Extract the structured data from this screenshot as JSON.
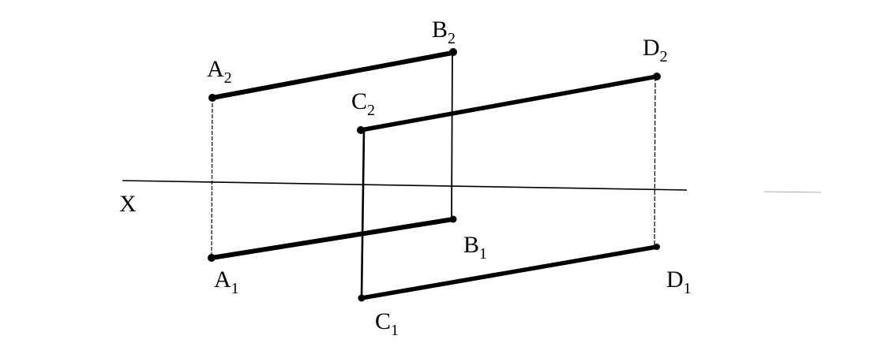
{
  "axis": {
    "label": "X"
  },
  "points": {
    "A2": {
      "letter": "A",
      "index": "2"
    },
    "B2": {
      "letter": "B",
      "index": "2"
    },
    "C2": {
      "letter": "C",
      "index": "2"
    },
    "D2": {
      "letter": "D",
      "index": "2"
    },
    "A1": {
      "letter": "A",
      "index": "1"
    },
    "B1": {
      "letter": "B",
      "index": "1"
    },
    "C1": {
      "letter": "C",
      "index": "1"
    },
    "D1": {
      "letter": "D",
      "index": "1"
    }
  },
  "colors": {
    "ink": "#000000",
    "background": "#ffffff"
  }
}
